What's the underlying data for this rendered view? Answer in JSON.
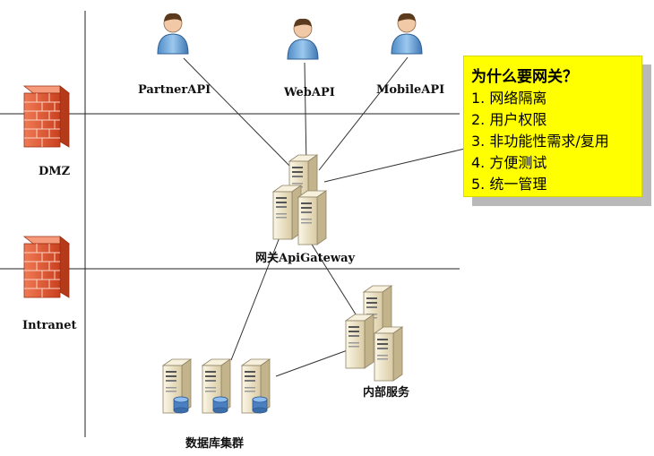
{
  "zones": {
    "dmz": "DMZ",
    "intranet": "Intranet"
  },
  "nodes": {
    "partner_api": "PartnerAPI",
    "web_api": "WebAPI",
    "mobile_api": "MobileAPI",
    "gateway": "网关ApiGateway",
    "internal_services": "内部服务",
    "db_cluster": "数据库集群"
  },
  "note": {
    "title": "为什么要网关？",
    "items": [
      "1. 网络隔离",
      "2. 用户权限",
      "3. 非功能性需求/复用",
      "4. 方便测试",
      "5. 统一管理"
    ]
  },
  "colors": {
    "note_background": "#ffff00",
    "firewall": "#e8593a",
    "person": "#6fa7d8",
    "server": "#f0e6c8",
    "db_cylinder": "#4a7fc1"
  }
}
